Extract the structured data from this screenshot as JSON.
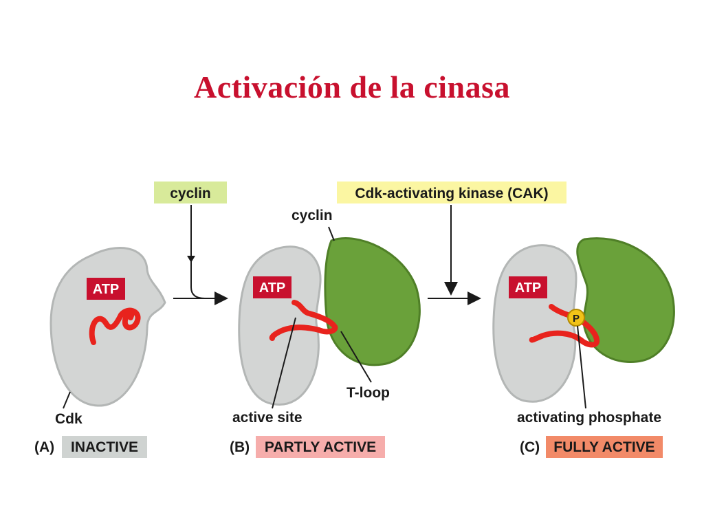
{
  "title": "Activación de la cinasa",
  "inputs": {
    "cyclin": "cyclin",
    "cak": "Cdk-activating kinase (CAK)"
  },
  "labels": {
    "cyclin_bound": "cyclin",
    "cdk": "Cdk",
    "active_site": "active site",
    "t_loop": "T-loop",
    "activating_phosphate": "activating phosphate",
    "atp": "ATP",
    "phosphate": "P"
  },
  "stages": [
    {
      "letter": "(A)",
      "state": "INACTIVE"
    },
    {
      "letter": "(B)",
      "state": "PARTLY ACTIVE"
    },
    {
      "letter": "(C)",
      "state": "FULLY ACTIVE"
    }
  ],
  "colors": {
    "title": "#c8102e",
    "cdk_body": "#d3d5d4",
    "cyclin_body": "#6aa13a",
    "t_loop": "#e8231d",
    "atp_box": "#c8102e",
    "phosphate": "#f2c318",
    "inactive_box": "#cfd3d1",
    "partly_active_box": "#f6adab",
    "fully_active_box": "#f28a68",
    "cyclin_box": "#d8ea9a",
    "cak_box": "#fbf6a2"
  }
}
